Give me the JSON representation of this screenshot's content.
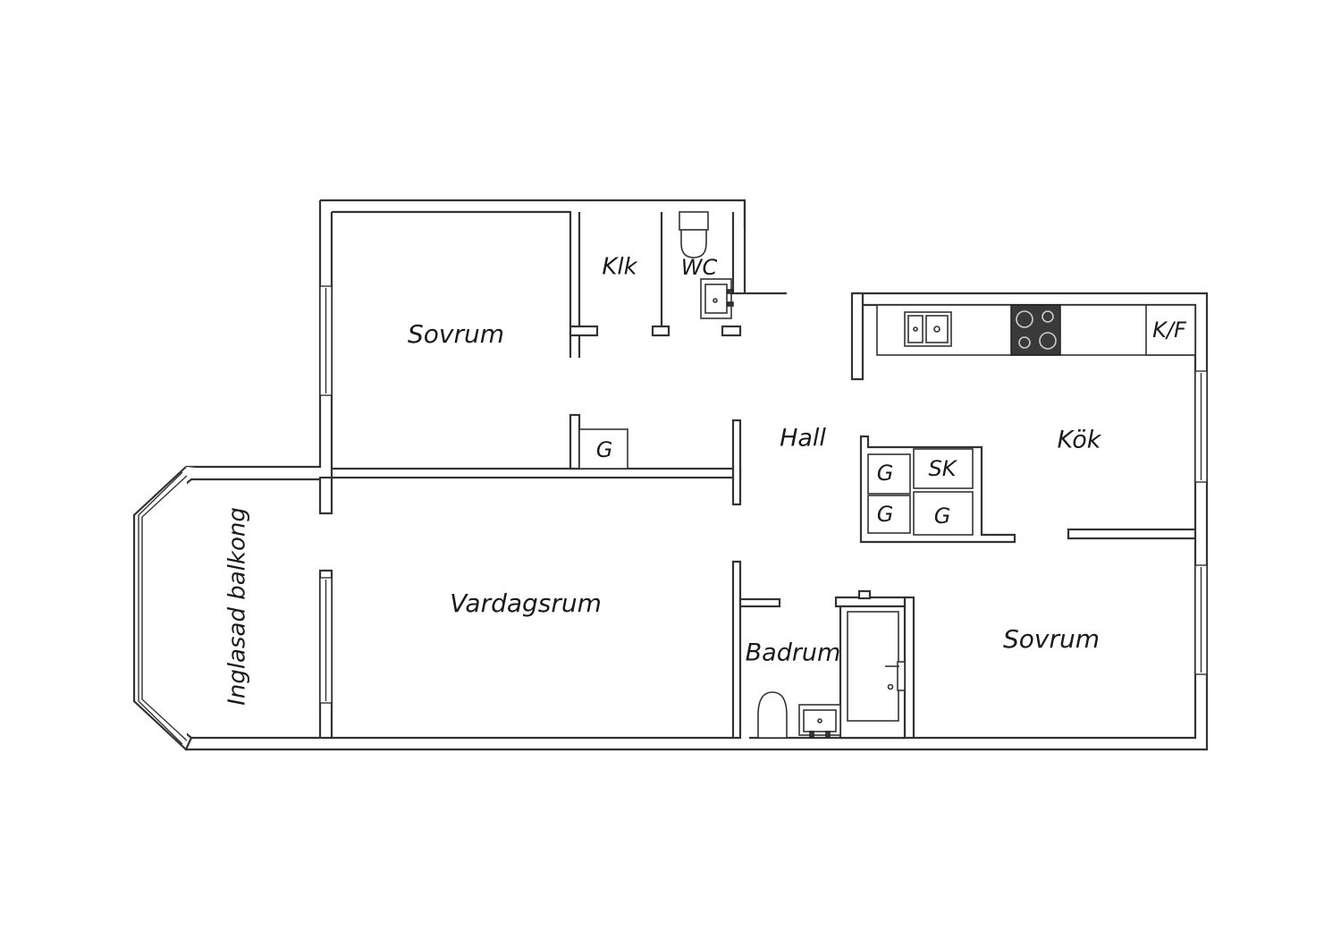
{
  "rooms": {
    "sovrum_north": "Sovrum",
    "klk": "Klk",
    "wc": "WC",
    "hall": "Hall",
    "kok": "Kök",
    "kf": "K/F",
    "balkong": "Inglasad balkong",
    "vardagsrum": "Vardagsrum",
    "badrum": "Badrum",
    "sovrum_south": "Sovrum"
  },
  "storage": {
    "g_hall": "G",
    "g_1": "G",
    "sk": "SK",
    "g_2": "G",
    "g_3": "G"
  },
  "colors": {
    "wall_stroke": "#333333",
    "hob": "#3a3a3a"
  }
}
